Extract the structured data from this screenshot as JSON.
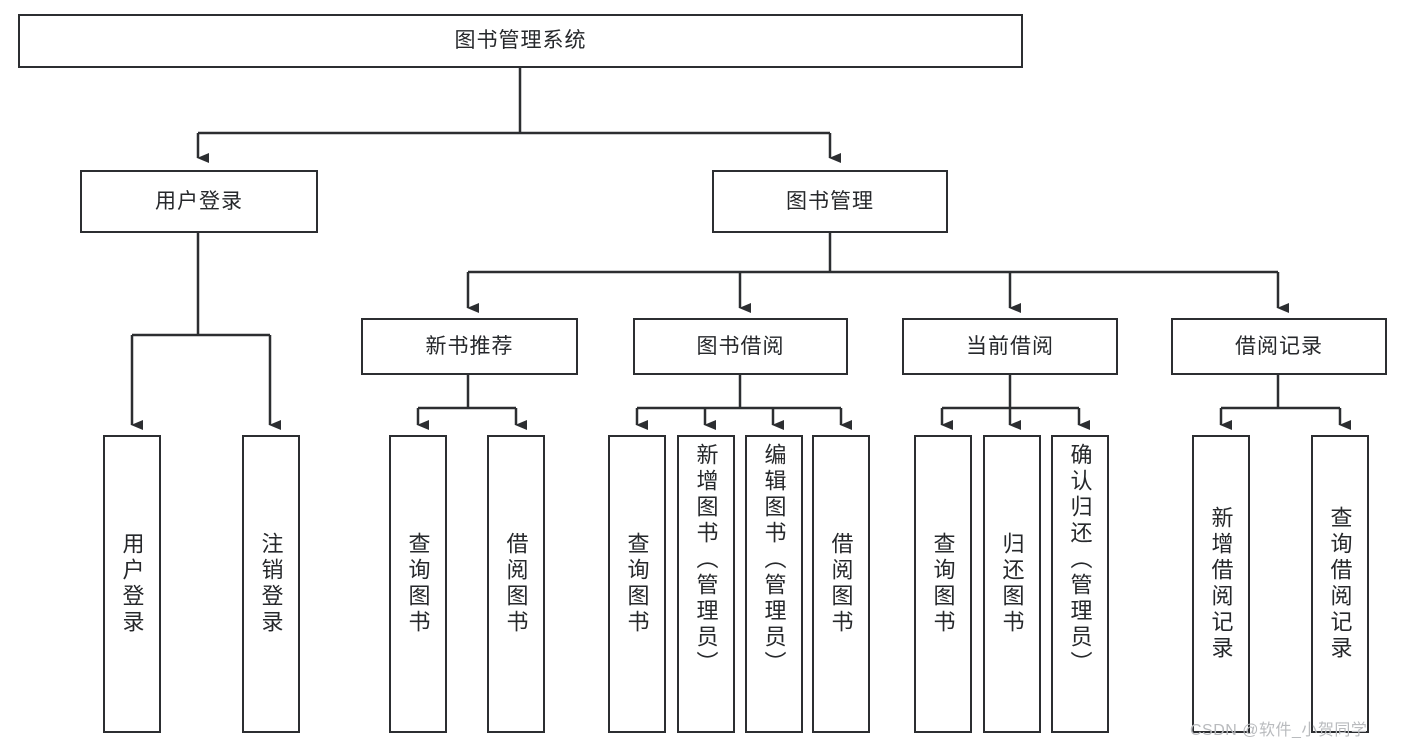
{
  "diagram": {
    "type": "tree-hierarchy",
    "title": "图书管理系统",
    "watermark": "CSDN @软件_小贺同学",
    "colors": {
      "stroke": "#2c2e31",
      "fill": "#ffffff",
      "text": "#26282b",
      "watermark": "#b9bbbe"
    },
    "levels": [
      {
        "level": 1,
        "nodes": [
          {
            "id": "root",
            "label": "图书管理系统"
          }
        ]
      },
      {
        "level": 2,
        "nodes": [
          {
            "id": "login",
            "label": "用户登录",
            "parent": "root"
          },
          {
            "id": "bookmgmt",
            "label": "图书管理",
            "parent": "root"
          }
        ]
      },
      {
        "level": 3,
        "nodes": [
          {
            "id": "newbook",
            "label": "新书推荐",
            "parent": "bookmgmt"
          },
          {
            "id": "borrow",
            "label": "图书借阅",
            "parent": "bookmgmt"
          },
          {
            "id": "current",
            "label": "当前借阅",
            "parent": "bookmgmt"
          },
          {
            "id": "record",
            "label": "借阅记录",
            "parent": "bookmgmt"
          }
        ]
      },
      {
        "level": 4,
        "nodes": [
          {
            "id": "leaf1",
            "label": "用户登录",
            "parent": "login"
          },
          {
            "id": "leaf2",
            "label": "注销登录",
            "parent": "login"
          },
          {
            "id": "leaf3",
            "label": "查询图书",
            "parent": "newbook"
          },
          {
            "id": "leaf4",
            "label": "借阅图书",
            "parent": "newbook"
          },
          {
            "id": "leaf5",
            "label": "查询图书",
            "parent": "borrow"
          },
          {
            "id": "leaf6",
            "label": "新增图书（管理员）",
            "parent": "borrow"
          },
          {
            "id": "leaf7",
            "label": "编辑图书（管理员）",
            "parent": "borrow"
          },
          {
            "id": "leaf8",
            "label": "借阅图书",
            "parent": "borrow"
          },
          {
            "id": "leaf9",
            "label": "查询图书",
            "parent": "current"
          },
          {
            "id": "leaf10",
            "label": "归还图书",
            "parent": "current"
          },
          {
            "id": "leaf11",
            "label": "确认归还（管理员）",
            "parent": "current"
          },
          {
            "id": "leaf12",
            "label": "新增借阅记录",
            "parent": "record"
          },
          {
            "id": "leaf13",
            "label": "查询借阅记录",
            "parent": "record"
          }
        ]
      }
    ]
  }
}
